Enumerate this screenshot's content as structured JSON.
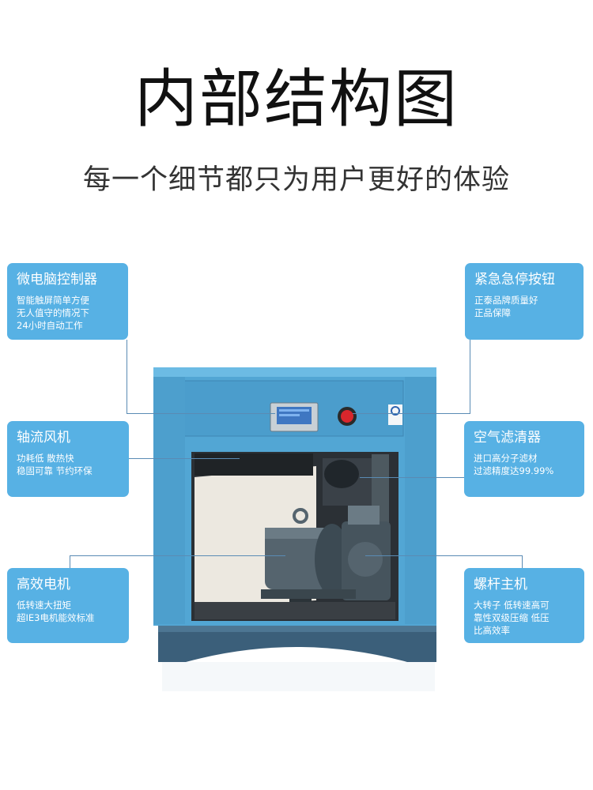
{
  "header": {
    "title": "内部结构图",
    "subtitle": "每一个细节都只为用户更好的体验"
  },
  "features": {
    "controller": {
      "title": "微电脑控制器",
      "desc": [
        "智能触屏简单方便",
        "无人值守的情况下",
        "24小时自动工作"
      ]
    },
    "estop": {
      "title": "紧急急停按钮",
      "desc": [
        "正泰品牌质量好",
        "正品保障"
      ]
    },
    "fan": {
      "title": "轴流风机",
      "desc": [
        "功耗低 散热快",
        "稳固可靠 节约环保"
      ]
    },
    "filter": {
      "title": "空气滤清器",
      "desc": [
        "进口高分子滤材",
        "过滤精度达99.99%"
      ]
    },
    "motor": {
      "title": "高效电机",
      "desc": [
        "低转速大扭矩",
        "超IE3电机能效标准"
      ]
    },
    "airend": {
      "title": "螺杆主机",
      "desc": [
        "大转子 低转速高可",
        "靠性双级压缩 低压",
        "比高效率"
      ]
    }
  },
  "colors": {
    "box": "#57b1e4",
    "cabinet": "#52a6d4",
    "cabinet_dark": "#3f87b3",
    "base": "#3b5f7a",
    "line": "#5a8bb4"
  }
}
